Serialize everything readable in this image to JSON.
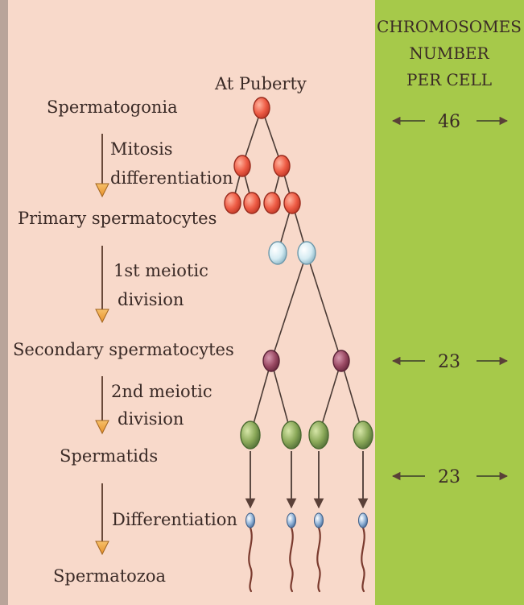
{
  "stages": {
    "at_puberty": "At Puberty",
    "spermatogonia": "Spermatogonia",
    "primary": "Primary spermatocytes",
    "secondary": "Secondary spermatocytes",
    "spermatids": "Spermatids",
    "spermatozoa": "Spermatozoa"
  },
  "processes": {
    "mitosis_line1": "Mitosis",
    "mitosis_line2": "differentiation",
    "meiosis1_line1": "1st meiotic",
    "meiosis1_line2": "division",
    "meiosis2_line1": "2nd meiotic",
    "meiosis2_line2": "division",
    "differentiation": "Differentiation"
  },
  "panel": {
    "title_line1": "CHROMOSOMES",
    "title_line2": "NUMBER",
    "title_line3": "PER CELL",
    "count_spermatogonia": "46",
    "count_secondary": "23",
    "count_spermatids": "23"
  },
  "colors": {
    "background": "#f8d9ca",
    "panel": "#a6c94a",
    "spermatogonia_cell": "#ee5c45",
    "primary_cell": "#d6ecf3",
    "secondary_cell": "#9b4a64",
    "spermatid_cell": "#8aa858",
    "sperm_head": "#8fb1d6",
    "sperm_tail": "#7a3a2e",
    "process_arrow": "#f2a637"
  }
}
